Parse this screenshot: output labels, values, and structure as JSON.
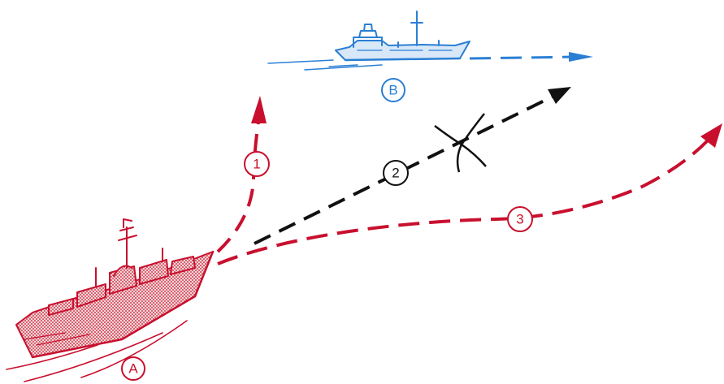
{
  "colors": {
    "ship_a": "#c8102e",
    "ship_b": "#2a7fd4",
    "course_1": "#c8102e",
    "course_2": "#111111",
    "course_3": "#c8102e",
    "background": "#ffffff"
  },
  "ships": {
    "a": {
      "label": "A",
      "icon": "warship-icon"
    },
    "b": {
      "label": "B",
      "icon": "cargo-ship-icon"
    }
  },
  "courses": [
    {
      "label": "1",
      "color_key": "course_1"
    },
    {
      "label": "2",
      "color_key": "course_2"
    },
    {
      "label": "3",
      "color_key": "course_3"
    }
  ]
}
